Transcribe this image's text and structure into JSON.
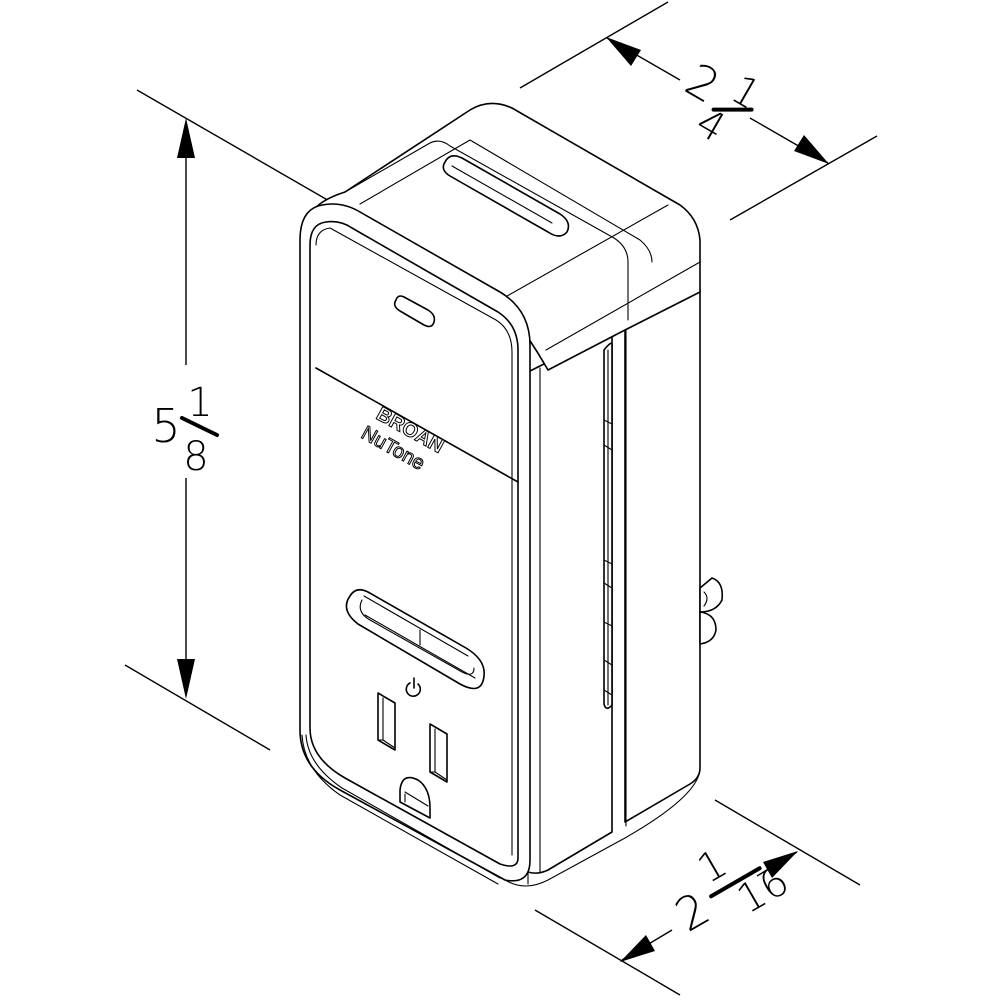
{
  "figure": {
    "subject": "Plug-in smart outlet, isometric line drawing with overall dimensions",
    "line_color": "#000000",
    "background_color": "#ffffff"
  },
  "dimensions": {
    "height": {
      "whole": "5",
      "numerator": "1",
      "denominator": "8",
      "label": "5 1/8"
    },
    "width": {
      "whole": "2",
      "numerator": "1",
      "denominator": "4",
      "label": "2 1/4"
    },
    "depth": {
      "whole": "2",
      "numerator": "1",
      "denominator": "16",
      "label": "2 1/16"
    }
  },
  "product": {
    "brand_line1": "BROAN",
    "brand_line2": "NuTone",
    "features": [
      "indicator-light",
      "slide-button",
      "power-icon",
      "single-outlet",
      "side-vent",
      "prongs"
    ]
  }
}
